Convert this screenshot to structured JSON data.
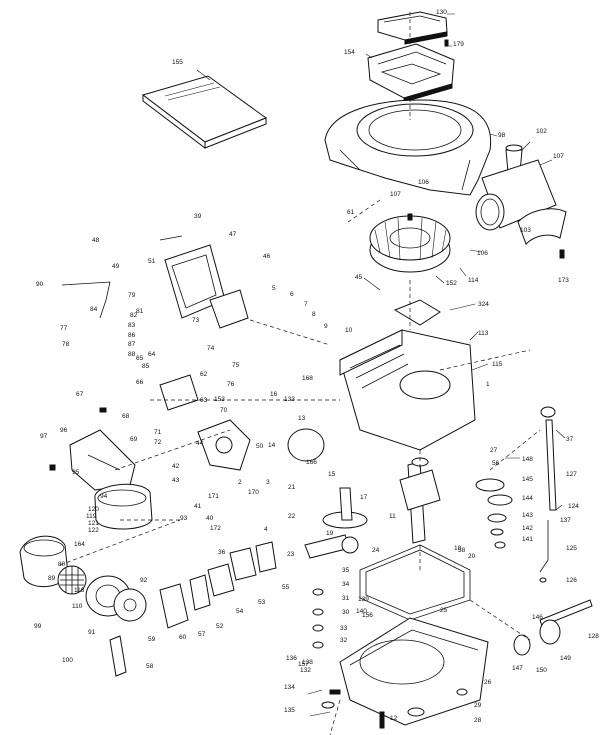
{
  "colors": {
    "ink": "#111111",
    "paper": "#ffffff"
  },
  "labels": {
    "l130": "130",
    "l179": "179",
    "l154": "154",
    "l155": "155",
    "l98": "98",
    "l102": "102",
    "l107": "107",
    "l107b": "107",
    "l106": "106",
    "l61": "61",
    "l103": "103",
    "l173": "173",
    "l39": "39",
    "l47": "47",
    "l46": "46",
    "l48": "48",
    "l51": "51",
    "l49": "49",
    "l106b": "106",
    "l114": "114",
    "l45": "45",
    "l152": "152",
    "l324": "324",
    "l113": "113",
    "l115": "115",
    "l1": "1",
    "l37": "37",
    "l148": "148",
    "l56": "56",
    "l145": "145",
    "l127": "127",
    "l144": "144",
    "l143": "143",
    "l142": "142",
    "l141": "141",
    "l137": "137",
    "l124": "124",
    "l125": "125",
    "l126": "126",
    "l64": "64",
    "l73": "73",
    "l74": "74",
    "l75": "75",
    "l76": "76",
    "l77": "77",
    "l78": "78",
    "l79": "79",
    "l80": "80",
    "l81": "81",
    "l82": "82",
    "l83": "83",
    "l84": "84",
    "l85": "85",
    "l86": "86",
    "l87": "87",
    "l88": "88",
    "l89": "89",
    "l90": "90",
    "l91": "91",
    "l92": "92",
    "l93": "93",
    "l94": "94",
    "l95": "95",
    "l96": "96",
    "l97": "97",
    "l99": "99",
    "l100": "100",
    "l2": "2",
    "l3": "3",
    "l4": "4",
    "l5": "5",
    "l6": "6",
    "l7": "7",
    "l8": "8",
    "l9": "9",
    "l10": "10",
    "l11": "11",
    "l12": "12",
    "l13": "13",
    "l14": "14",
    "l15": "15",
    "l16": "16",
    "l17": "17",
    "l18": "18",
    "l19": "19",
    "l20": "20",
    "l21": "21",
    "l22": "22",
    "l23": "23",
    "l24": "24",
    "l25": "25",
    "l26": "26",
    "l27": "27",
    "l28": "28",
    "l29": "29",
    "l30": "30",
    "l31": "31",
    "l32": "32",
    "l33": "33",
    "l34": "34",
    "l35": "35",
    "l36": "36",
    "l38": "38",
    "l40": "40",
    "l41": "41",
    "l42": "42",
    "l43": "43",
    "l44": "44",
    "l50": "50",
    "l52": "52",
    "l53": "53",
    "l54": "54",
    "l55": "55",
    "l57": "57",
    "l58": "58",
    "l59": "59",
    "l60": "60",
    "l62": "62",
    "l63": "63",
    "l65": "65",
    "l66": "66",
    "l67": "67",
    "l68": "68",
    "l69": "69",
    "l70": "70",
    "l71": "71",
    "l72": "72",
    "l110": "110",
    "l118": "118",
    "l119": "119",
    "l120": "120",
    "l121": "121",
    "l122": "122",
    "l128": "128",
    "l132": "132",
    "l133": "133",
    "l134": "134",
    "l135": "135",
    "l136": "136",
    "l138": "138",
    "l139": "139",
    "l140": "140",
    "l146": "146",
    "l147": "147",
    "l149": "149",
    "l150": "150",
    "l153": "153",
    "l156": "156",
    "l157": "157",
    "l164": "164",
    "l166": "166",
    "l168": "168",
    "l170": "170",
    "l171": "171",
    "l172": "172"
  }
}
